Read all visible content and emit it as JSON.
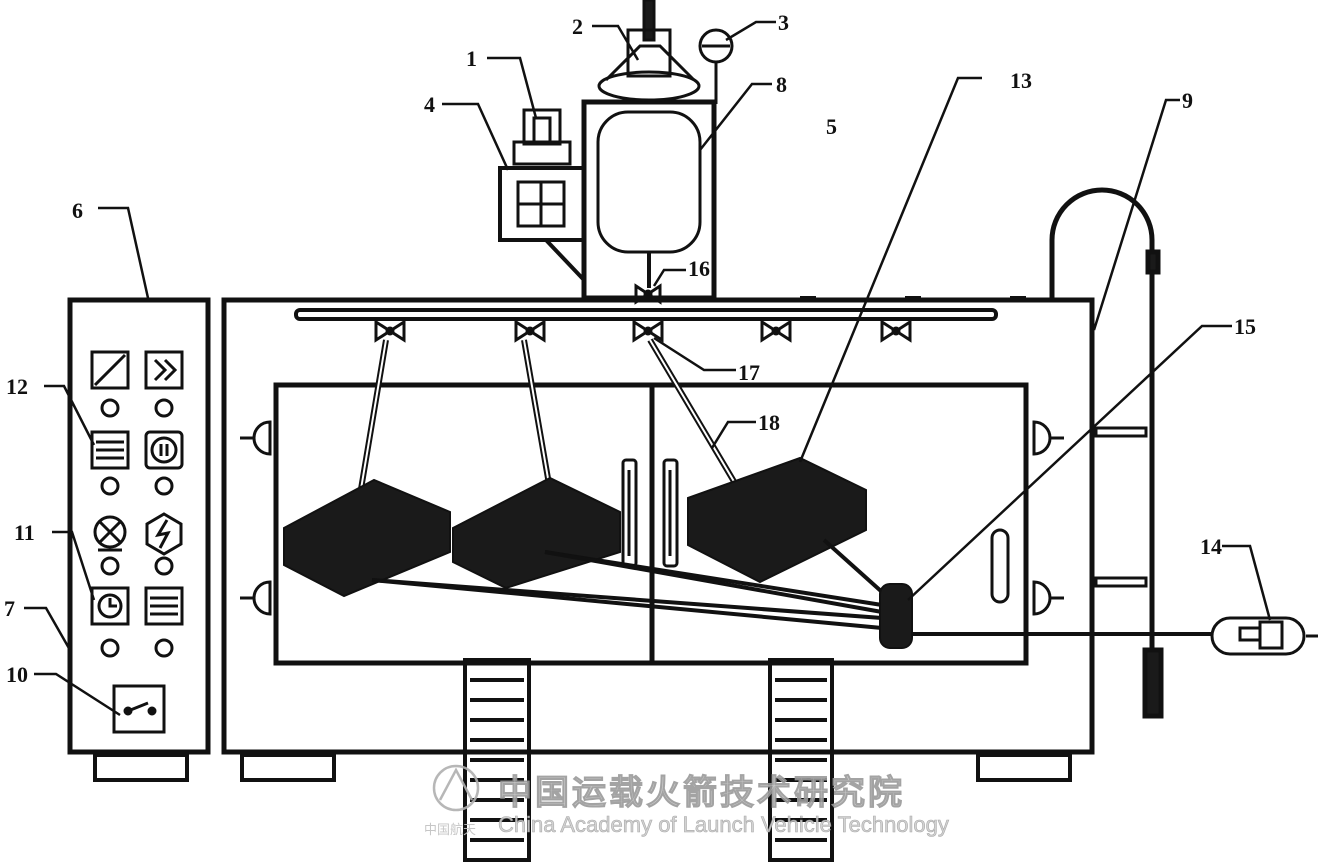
{
  "labels": {
    "l1": "1",
    "l2": "2",
    "l3": "3",
    "l4": "4",
    "l5": "5",
    "l6": "6",
    "l7": "7",
    "l8": "8",
    "l9": "9",
    "l10": "10",
    "l11": "11",
    "l12": "12",
    "l13": "13",
    "l14": "14",
    "l15": "15",
    "l16": "16",
    "l17": "17",
    "l18": "18"
  },
  "watermark": {
    "cn": "中国运载火箭技术研究院",
    "en": "China Academy of Launch Vehicle Technology",
    "small": "中国航天"
  },
  "colors": {
    "line": "#111111",
    "fill_dark": "#1a1a1a",
    "watermark": "#bdbdbd"
  }
}
